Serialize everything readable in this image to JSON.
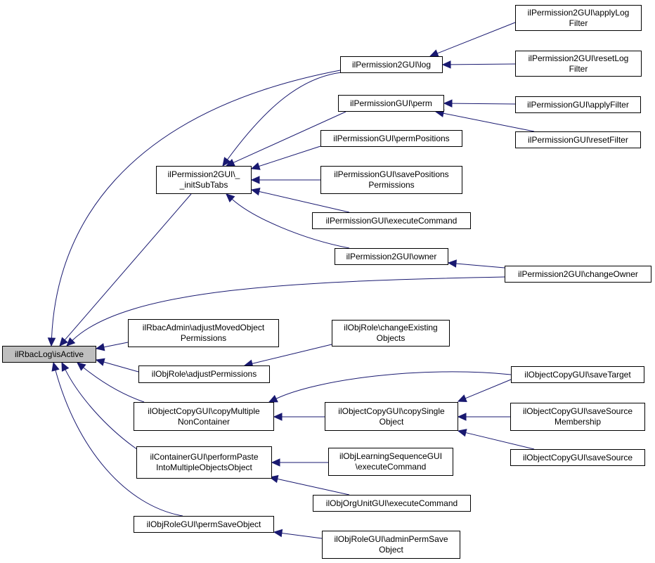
{
  "colors": {
    "edge": "#191970",
    "node_border": "#000000",
    "root_fill": "#bfbfbf",
    "node_fill": "#ffffff"
  },
  "nodes": {
    "root": {
      "lines": [
        "ilRbacLog\\isActive"
      ]
    },
    "p2log": {
      "lines": [
        "ilPermission2GUI\\log"
      ]
    },
    "applyLog": {
      "lines": [
        "ilPermission2GUI\\applyLog",
        "Filter"
      ]
    },
    "resetLog": {
      "lines": [
        "ilPermission2GUI\\resetLog",
        "Filter"
      ]
    },
    "pperm": {
      "lines": [
        "ilPermissionGUI\\perm"
      ]
    },
    "applyF": {
      "lines": [
        "ilPermissionGUI\\applyFilter"
      ]
    },
    "resetF": {
      "lines": [
        "ilPermissionGUI\\resetFilter"
      ]
    },
    "initSub": {
      "lines": [
        "ilPermission2GUI\\_",
        "_initSubTabs"
      ]
    },
    "permPos": {
      "lines": [
        "ilPermissionGUI\\permPositions"
      ]
    },
    "savePos": {
      "lines": [
        "ilPermissionGUI\\savePositions",
        "Permissions"
      ]
    },
    "pexec": {
      "lines": [
        "ilPermissionGUI\\executeCommand"
      ]
    },
    "owner": {
      "lines": [
        "ilPermission2GUI\\owner"
      ]
    },
    "chOwner": {
      "lines": [
        "ilPermission2GUI\\changeOwner"
      ]
    },
    "rbacAdj": {
      "lines": [
        "ilRbacAdmin\\adjustMovedObject",
        "Permissions"
      ]
    },
    "chExist": {
      "lines": [
        "ilObjRole\\changeExisting",
        "Objects"
      ]
    },
    "adjPerm": {
      "lines": [
        "ilObjRole\\adjustPermissions"
      ]
    },
    "saveTgt": {
      "lines": [
        "ilObjectCopyGUI\\saveTarget"
      ]
    },
    "copyMul": {
      "lines": [
        "ilObjectCopyGUI\\copyMultiple",
        "NonContainer"
      ]
    },
    "copySin": {
      "lines": [
        "ilObjectCopyGUI\\copySingle",
        "Object"
      ]
    },
    "saveMem": {
      "lines": [
        "ilObjectCopyGUI\\saveSource",
        "Membership"
      ]
    },
    "saveSrc": {
      "lines": [
        "ilObjectCopyGUI\\saveSource"
      ]
    },
    "contPaste": {
      "lines": [
        "ilContainerGUI\\performPaste",
        "IntoMultipleObjectsObject"
      ]
    },
    "lsExec": {
      "lines": [
        "ilObjLearningSequenceGUI",
        "\\executeCommand"
      ]
    },
    "orgExec": {
      "lines": [
        "ilObjOrgUnitGUI\\executeCommand"
      ]
    },
    "rolePerm": {
      "lines": [
        "ilObjRoleGUI\\permSaveObject"
      ]
    },
    "adminPerm": {
      "lines": [
        "ilObjRoleGUI\\adminPermSave",
        "Object"
      ]
    }
  },
  "edges": [
    [
      "p2log",
      "root"
    ],
    [
      "initSub",
      "root"
    ],
    [
      "chOwner",
      "root"
    ],
    [
      "rbacAdj",
      "root"
    ],
    [
      "adjPerm",
      "root"
    ],
    [
      "copyMul",
      "root"
    ],
    [
      "contPaste",
      "root"
    ],
    [
      "rolePerm",
      "root"
    ],
    [
      "applyLog",
      "p2log"
    ],
    [
      "resetLog",
      "p2log"
    ],
    [
      "applyF",
      "pperm"
    ],
    [
      "resetF",
      "pperm"
    ],
    [
      "p2log",
      "initSub"
    ],
    [
      "pperm",
      "initSub"
    ],
    [
      "permPos",
      "initSub"
    ],
    [
      "savePos",
      "initSub"
    ],
    [
      "pexec",
      "initSub"
    ],
    [
      "owner",
      "initSub"
    ],
    [
      "chOwner",
      "owner"
    ],
    [
      "chExist",
      "adjPerm"
    ],
    [
      "saveTgt",
      "copyMul"
    ],
    [
      "copySin",
      "copyMul"
    ],
    [
      "saveTgt",
      "copySin"
    ],
    [
      "saveMem",
      "copySin"
    ],
    [
      "saveSrc",
      "copySin"
    ],
    [
      "lsExec",
      "contPaste"
    ],
    [
      "orgExec",
      "contPaste"
    ],
    [
      "adminPerm",
      "rolePerm"
    ]
  ]
}
